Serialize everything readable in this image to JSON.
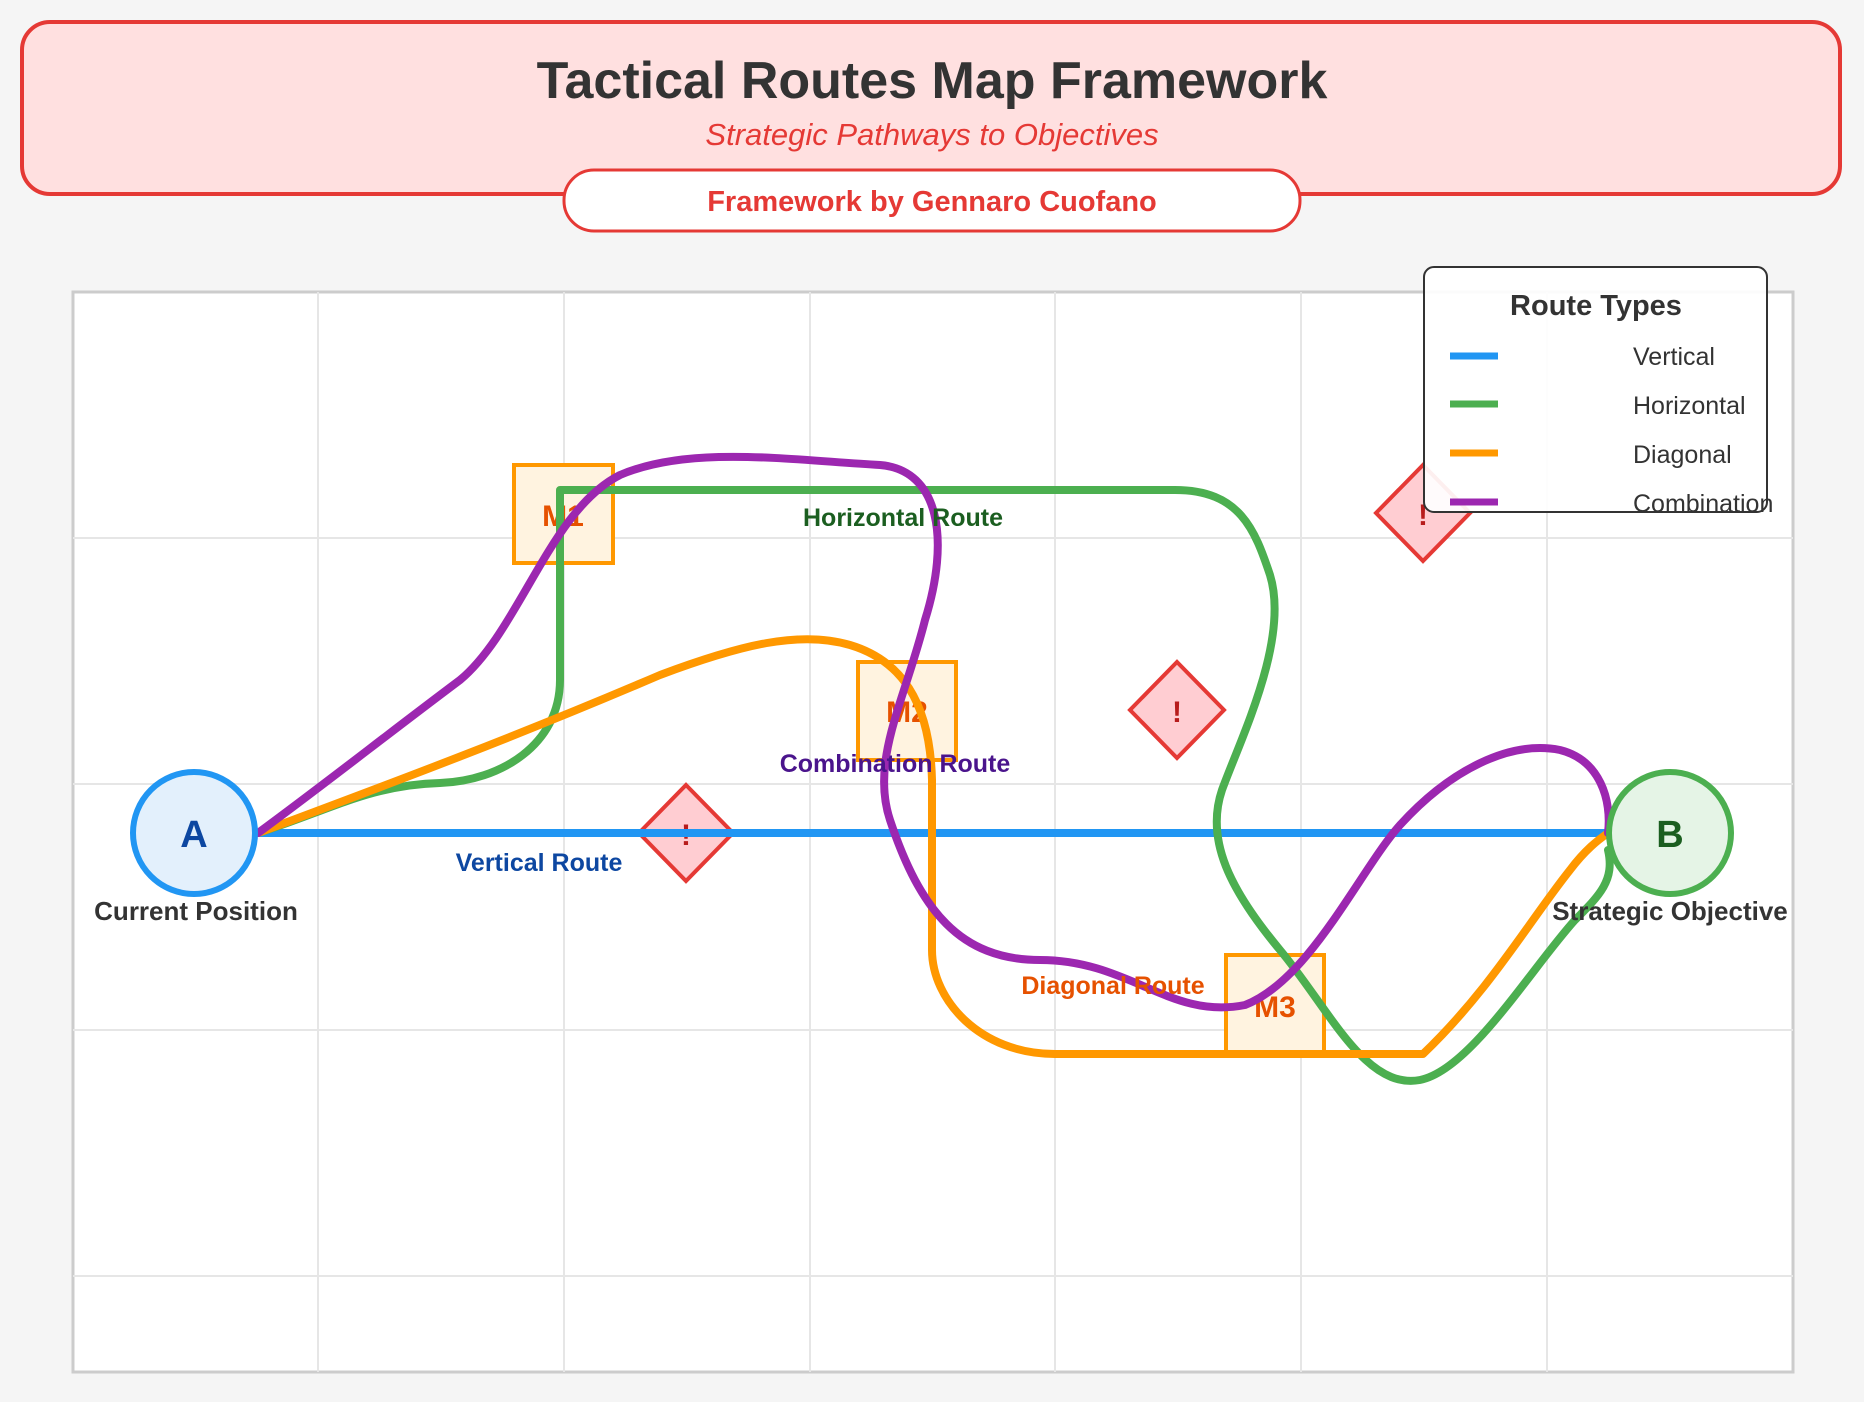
{
  "header": {
    "title": "Tactical Routes Map Framework",
    "subtitle": "Strategic Pathways to Objectives",
    "credit": "Framework by Gennaro Cuofano"
  },
  "colors": {
    "header_bg": "#ffe0e0",
    "header_border": "#e53935",
    "title": "#333333",
    "accent_red": "#e53935",
    "vertical": "#2196f3",
    "horizontal": "#4caf50",
    "diagonal": "#ff9800",
    "combination": "#9c27b0",
    "grid": "#e6e6e6",
    "map_border": "#cccccc"
  },
  "start": {
    "letter": "A",
    "label": "Current Position",
    "color": "#2196f3",
    "fill": "#e3f0fc",
    "text_color": "#0d47a1"
  },
  "end": {
    "letter": "B",
    "label": "Strategic Objective",
    "color": "#4caf50",
    "fill": "#e5f4e6",
    "text_color": "#1b5e20"
  },
  "routes": {
    "vertical": {
      "label": "Vertical Route",
      "label_color": "#0d47a1"
    },
    "horizontal": {
      "label": "Horizontal Route",
      "label_color": "#1b5e20"
    },
    "diagonal": {
      "label": "Diagonal Route",
      "label_color": "#e65100"
    },
    "combination": {
      "label": "Combination Route",
      "label_color": "#4a148c"
    }
  },
  "milestones": [
    {
      "label": "M1"
    },
    {
      "label": "M2"
    },
    {
      "label": "M3"
    }
  ],
  "obstacles": [
    {
      "symbol": "!"
    },
    {
      "symbol": "!"
    },
    {
      "symbol": "!"
    }
  ],
  "legend": {
    "title": "Route Types",
    "items": [
      {
        "label": "Vertical",
        "color": "#2196f3"
      },
      {
        "label": "Horizontal",
        "color": "#4caf50"
      },
      {
        "label": "Diagonal",
        "color": "#ff9800"
      },
      {
        "label": "Combination",
        "color": "#9c27b0"
      }
    ]
  }
}
